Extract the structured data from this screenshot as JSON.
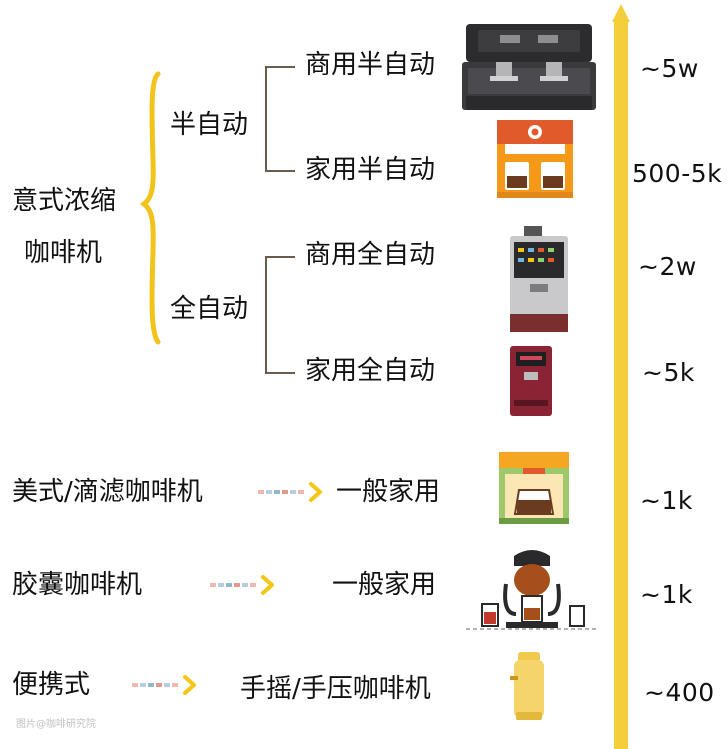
{
  "root": {
    "line1": "意式浓缩",
    "line2": "咖啡机"
  },
  "groups": {
    "semi": "半自动",
    "full": "全自动"
  },
  "leaves": {
    "commercial_semi": "商用半自动",
    "home_semi": "家用半自动",
    "commercial_full": "商用全自动",
    "home_full": "家用全自动"
  },
  "others": {
    "drip_label": "美式/滴滤咖啡机",
    "drip_use": "一般家用",
    "capsule_label": "胶囊咖啡机",
    "capsule_use": "一般家用",
    "portable_label": "便携式",
    "portable_use": "手摇/手压咖啡机"
  },
  "prices": [
    "~5w",
    "500-5k",
    "~2w",
    "~5k",
    "~1k",
    "~1k",
    "~400"
  ],
  "watermark": "图片@咖啡研究院",
  "colors": {
    "axis": "#f5cf3b",
    "brace": "#f2c31b",
    "connector": "#6b5a4e",
    "dash": [
      "#f2b8b0",
      "#b7cde0",
      "#8fb9c7",
      "#e39a8c"
    ],
    "arrow_head": "#f5c518"
  },
  "icons": [
    "commercial-espresso-machine-icon",
    "home-espresso-machine-icon",
    "commercial-automatic-machine-icon",
    "home-automatic-machine-icon",
    "drip-coffee-maker-icon",
    "capsule-machine-icon",
    "portable-coffee-maker-icon"
  ]
}
